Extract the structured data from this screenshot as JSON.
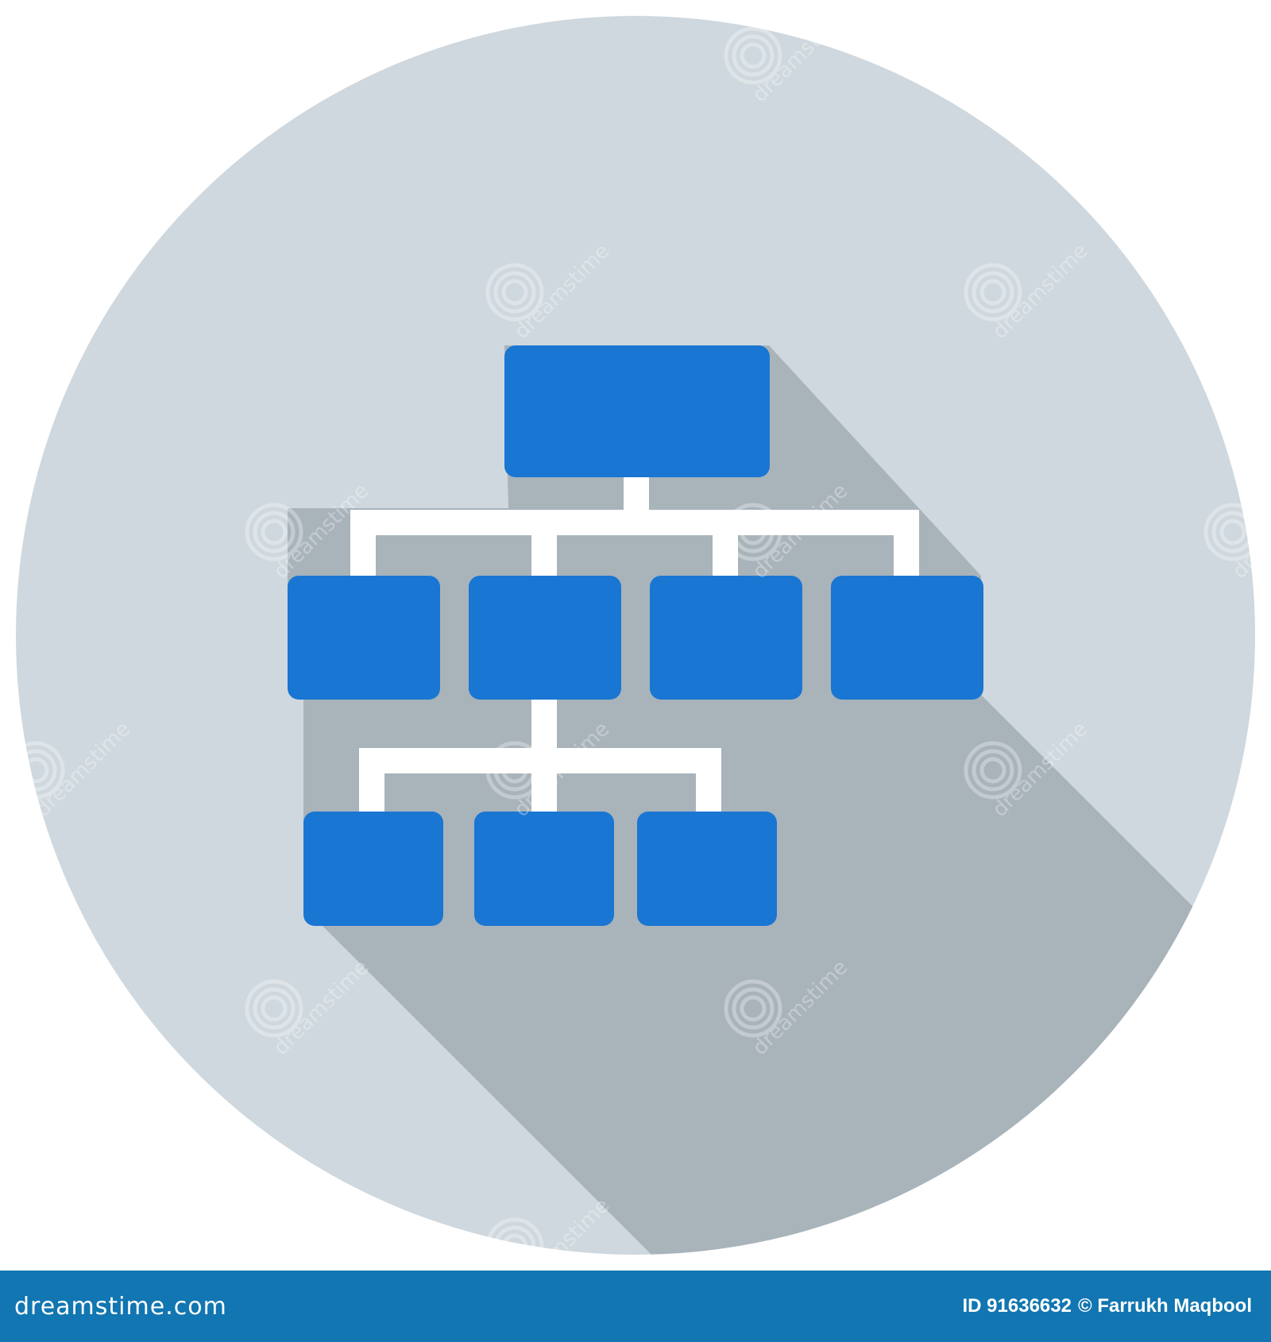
{
  "colors": {
    "background": "#ffffff",
    "circle": "#cfd8de",
    "long_shadow": "#a8b3ba",
    "node_fill": "#1976d2",
    "connector": "#ffffff",
    "footer_bar": "#1176b1",
    "watermark": "#ffffff"
  },
  "icon": {
    "name": "org-chart-icon",
    "levels": [
      1,
      4,
      3
    ]
  },
  "watermark": {
    "text": "dreamstime"
  },
  "footer": {
    "site": "dreamstime.com",
    "image_id": "ID 91636632",
    "credit": "© Farrukh Maqbool"
  }
}
